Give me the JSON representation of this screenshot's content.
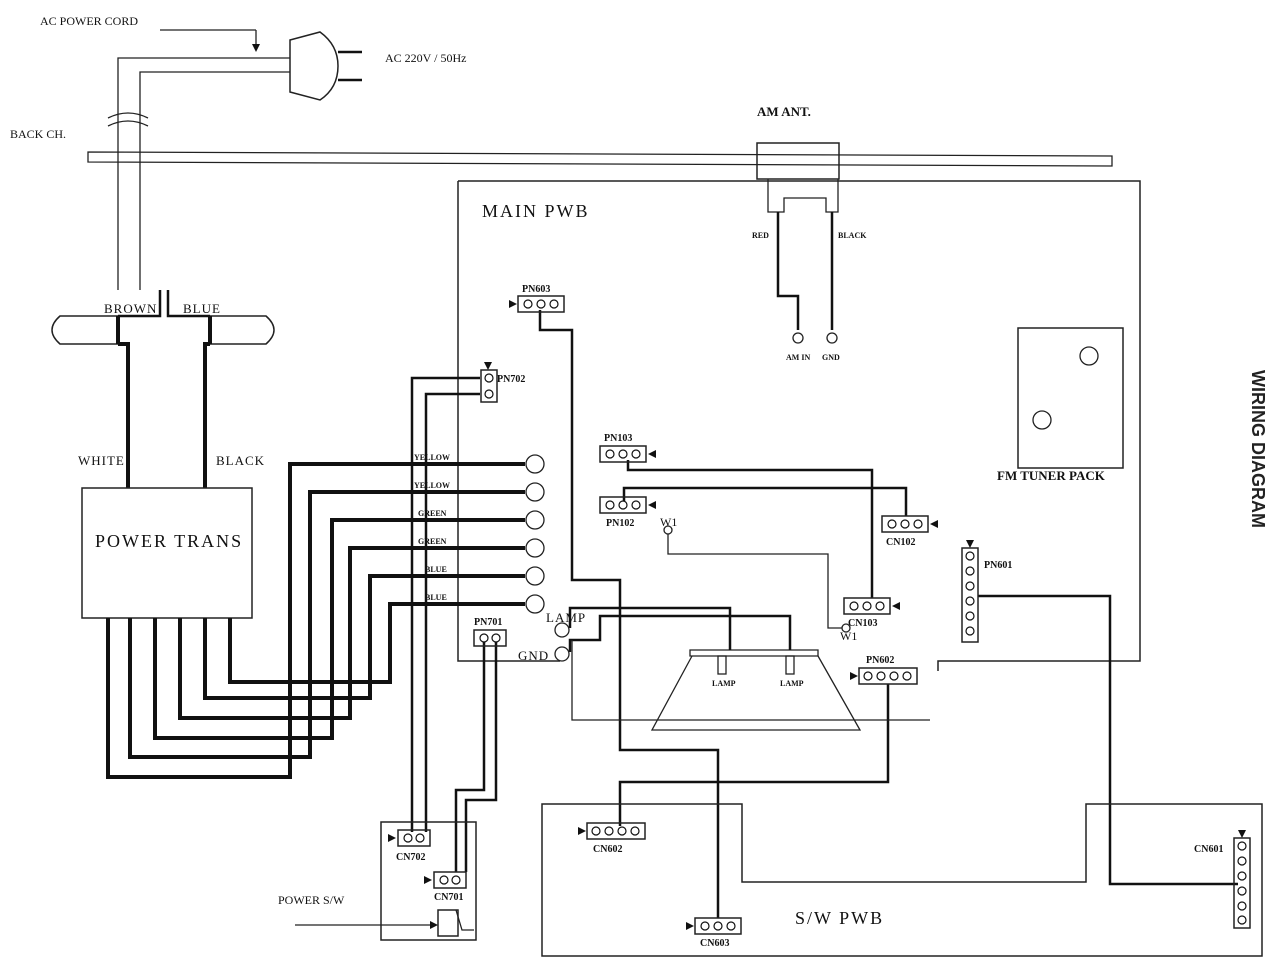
{
  "title": "WIRING DIAGRAM",
  "labels": {
    "ac_power_cord": "AC POWER CORD",
    "ac_voltage": "AC 220V / 50Hz",
    "back_ch": "BACK CH.",
    "am_ant": "AM ANT.",
    "main_pwb": "MAIN PWB",
    "red": "RED",
    "black_small": "BLACK",
    "am_in": "AM IN",
    "gnd_small": "GND",
    "brown": "BROWN",
    "blue_top": "BLUE",
    "white": "WHITE",
    "black": "BLACK",
    "power_trans": "POWER TRANS",
    "fm_tuner_pack": "FM TUNER PACK",
    "lamp_term": "LAMP",
    "gnd_term": "GND",
    "lamp_a": "LAMP",
    "lamp_b": "LAMP",
    "w1_a": "W1",
    "w1_b": "W1",
    "power_sw": "POWER S/W",
    "sw_pwb": "S/W PWB"
  },
  "wire_colors": [
    "YELLOW",
    "YELLOW",
    "GREEN",
    "GREEN",
    "BLUE",
    "BLUE"
  ],
  "connectors": {
    "pn603": "PN603",
    "pn702": "PN702",
    "pn103": "PN103",
    "pn102": "PN102",
    "cn102": "CN102",
    "cn103": "CN103",
    "pn601": "PN601",
    "pn701": "PN701",
    "pn602": "PN602",
    "cn602": "CN602",
    "cn702": "CN702",
    "cn701": "CN701",
    "cn601": "CN601",
    "cn603": "CN603"
  }
}
